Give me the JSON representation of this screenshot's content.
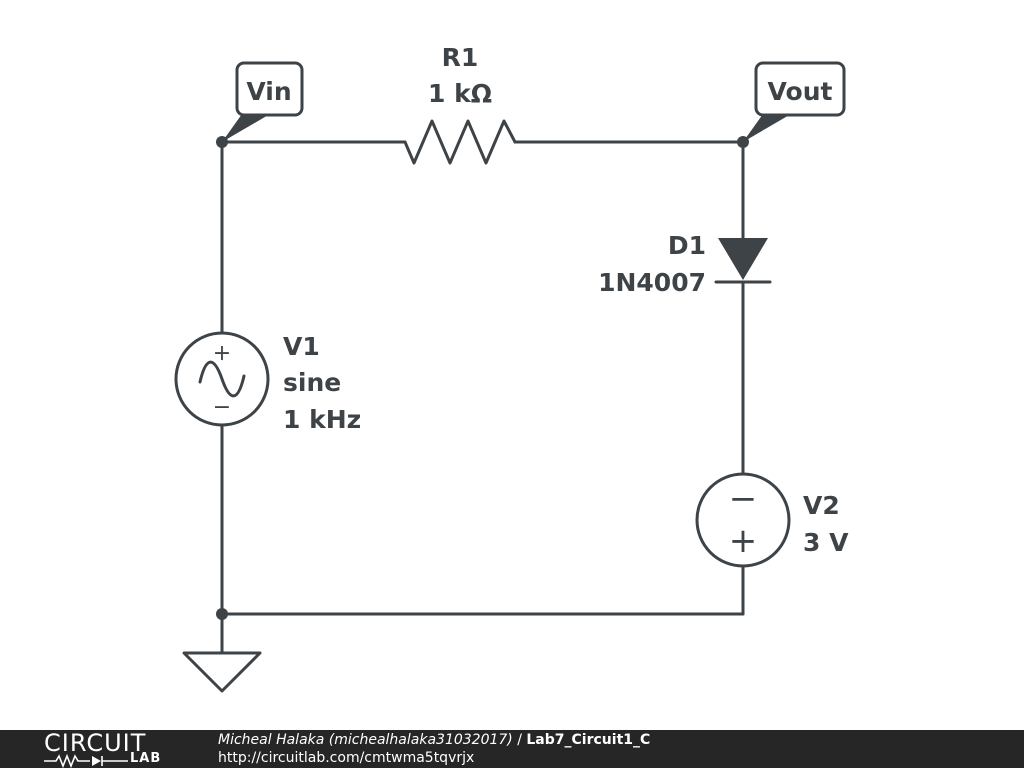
{
  "schematic": {
    "net_labels": {
      "vin": "Vin",
      "vout": "Vout"
    },
    "r1": {
      "name": "R1",
      "value": "1 kΩ"
    },
    "d1": {
      "name": "D1",
      "part": "1N4007"
    },
    "v1": {
      "name": "V1",
      "type": "sine",
      "freq": "1 kHz",
      "plus_sign": "+",
      "minus_sign": "−"
    },
    "v2": {
      "name": "V2",
      "value": "3 V",
      "plus_sign": "+",
      "minus_sign": "−"
    },
    "colors": {
      "wire": "#3d4347",
      "footer_bg": "#262626",
      "background": "#ffffff"
    }
  },
  "footer": {
    "logo_top": "CIRCUIT",
    "logo_bottom": "LAB",
    "author": "Micheal Halaka (michealhalaka31032017)",
    "separator": " / ",
    "project_title": "Lab7_Circuit1_C",
    "url": "http://circuitlab.com/cmtwma5tqvrjx"
  }
}
